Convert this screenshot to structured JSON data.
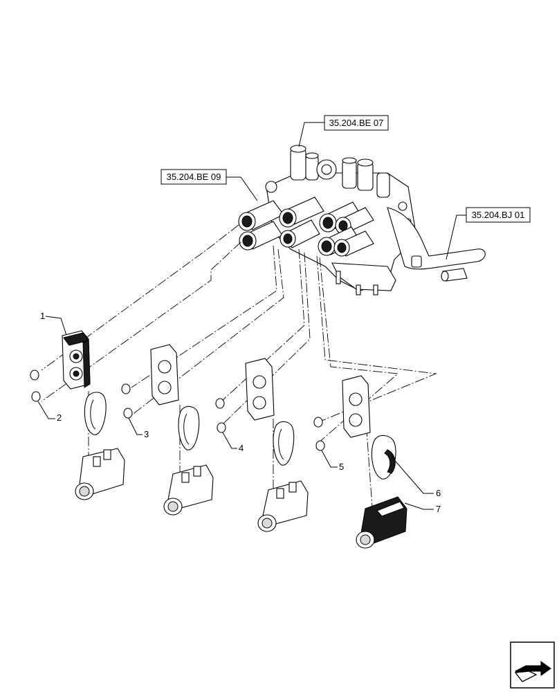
{
  "references": {
    "be07": "35.204.BE 07",
    "be09": "35.204.BE 09",
    "bj01": "35.204.BJ 01"
  },
  "callouts": {
    "c1": "1",
    "c2": "2",
    "c3": "3",
    "c4": "4",
    "c5": "5",
    "c6": "6",
    "c7": "7"
  },
  "icons": {
    "nav": "next-page-arrow-icon"
  }
}
